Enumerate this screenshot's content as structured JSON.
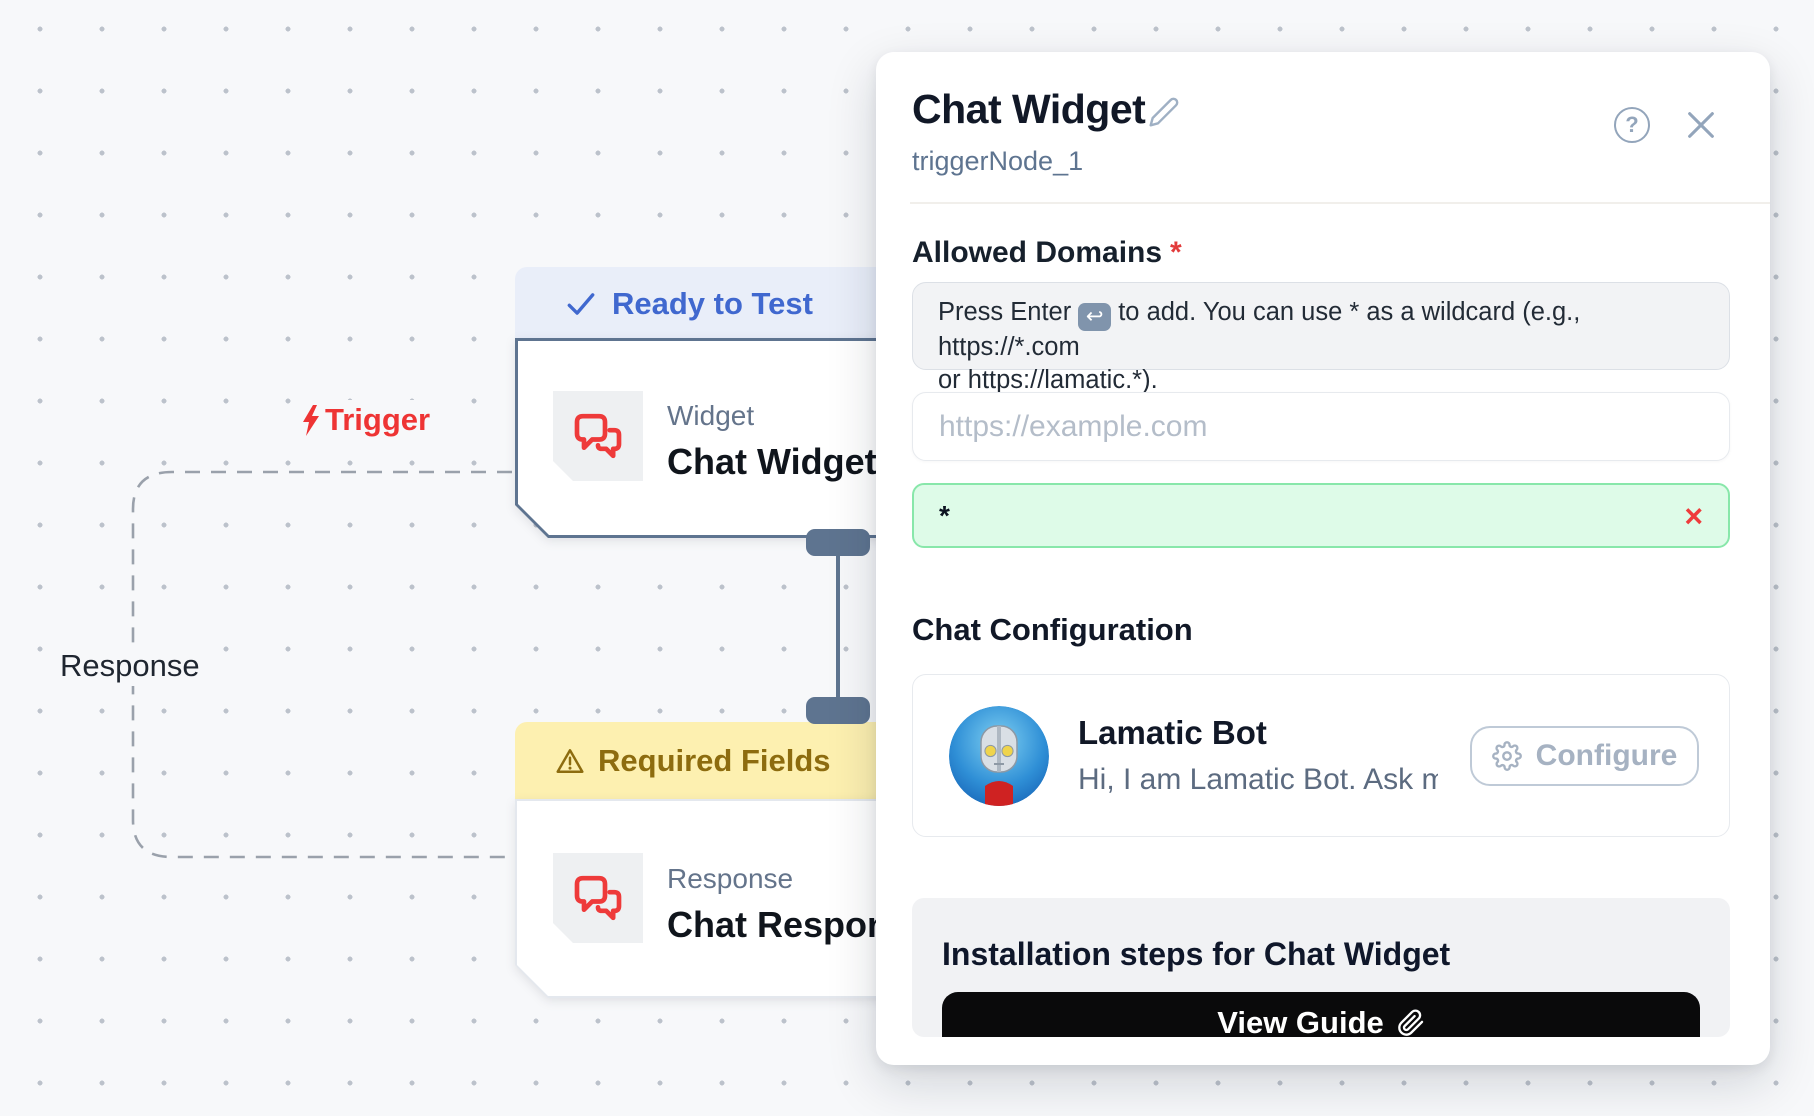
{
  "canvas": {
    "edge_labels": {
      "trigger": "Trigger",
      "response": "Response"
    },
    "trigger_node": {
      "status_badge": "Ready to Test",
      "category": "Widget",
      "title": "Chat Widget"
    },
    "response_node": {
      "status_badge": "Required Fields",
      "category": "Response",
      "title": "Chat Response"
    }
  },
  "panel": {
    "title": "Chat Widget",
    "subtitle": "triggerNode_1",
    "help_glyph": "?",
    "allowed_domains": {
      "label": "Allowed Domains",
      "required_mark": "*",
      "hint_prefix": "Press Enter",
      "hint_key": "↩",
      "hint_line1": "to add. You can use * as a wildcard (e.g., https://*.com",
      "hint_line2": "or https://lamatic.*).",
      "input_placeholder": "https://example.com",
      "entry_value": "*",
      "entry_remove": "×"
    },
    "chat_config": {
      "heading": "Chat Configuration",
      "bot_name": "Lamatic Bot",
      "bot_tagline": "Hi, I am Lamatic Bot. Ask me…",
      "configure_label": "Configure"
    },
    "install": {
      "heading": "Installation steps for Chat Widget",
      "button_label": "View Guide"
    }
  },
  "colors": {
    "accent_blue": "#4068cf",
    "accent_red": "#ee3a3a",
    "warning_text": "#8d6c0f",
    "chip_green_bg": "#defbe8"
  }
}
